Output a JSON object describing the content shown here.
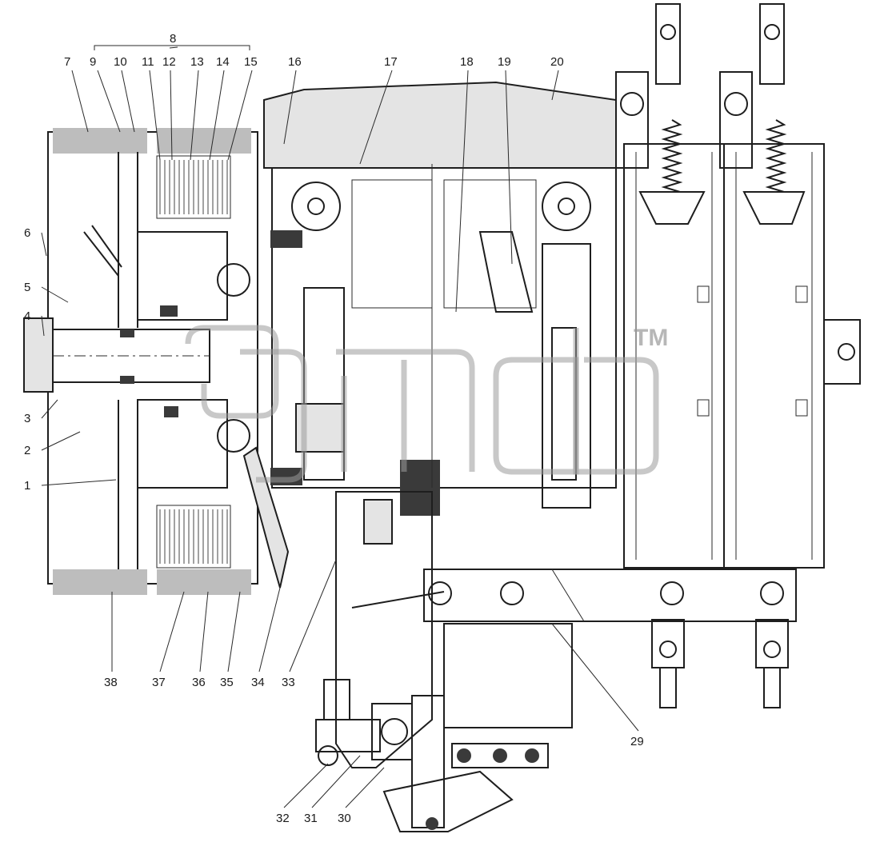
{
  "callouts": [
    {
      "id": "1",
      "text": "1"
    },
    {
      "id": "2",
      "text": "2"
    },
    {
      "id": "3",
      "text": "3"
    },
    {
      "id": "4",
      "text": "4"
    },
    {
      "id": "5",
      "text": "5"
    },
    {
      "id": "6",
      "text": "6"
    },
    {
      "id": "7",
      "text": "7"
    },
    {
      "id": "8",
      "text": "8"
    },
    {
      "id": "9",
      "text": "9"
    },
    {
      "id": "10",
      "text": "10"
    },
    {
      "id": "11",
      "text": "11"
    },
    {
      "id": "12",
      "text": "12"
    },
    {
      "id": "13",
      "text": "13"
    },
    {
      "id": "14",
      "text": "14"
    },
    {
      "id": "15",
      "text": "15"
    },
    {
      "id": "16",
      "text": "16"
    },
    {
      "id": "17",
      "text": "17"
    },
    {
      "id": "18",
      "text": "18"
    },
    {
      "id": "19",
      "text": "19"
    },
    {
      "id": "20",
      "text": "20"
    },
    {
      "id": "29",
      "text": "29"
    },
    {
      "id": "30",
      "text": "30"
    },
    {
      "id": "31",
      "text": "31"
    },
    {
      "id": "32",
      "text": "32"
    },
    {
      "id": "33",
      "text": "33"
    },
    {
      "id": "34",
      "text": "34"
    },
    {
      "id": "35",
      "text": "35"
    },
    {
      "id": "36",
      "text": "36"
    },
    {
      "id": "37",
      "text": "37"
    },
    {
      "id": "38",
      "text": "38"
    }
  ],
  "watermark": {
    "text": "TM"
  }
}
